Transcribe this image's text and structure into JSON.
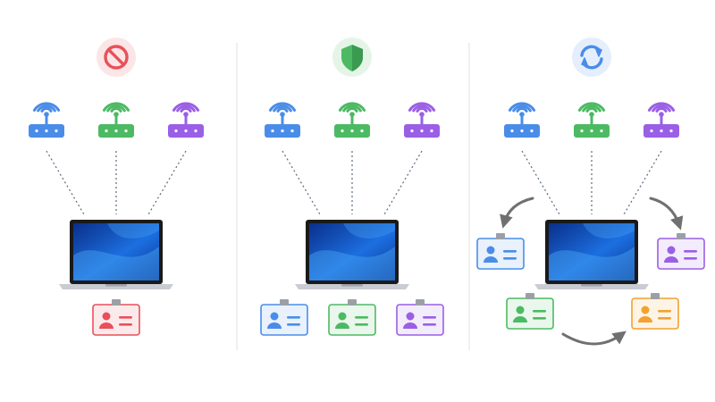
{
  "colors": {
    "blue": "#4a8de8",
    "green": "#4cba63",
    "purple": "#9a5fe6",
    "red": "#e9505a",
    "orange": "#f2a230",
    "arrow": "#707070",
    "divider": "#e6e6e6",
    "screen_dark": "#0b3fa8",
    "screen_light": "#4aa6f5"
  },
  "panels": [
    {
      "status_icon": "no-entry-icon",
      "status_color": "red",
      "routers": [
        "blue",
        "green",
        "purple"
      ],
      "badges": [
        "red"
      ],
      "rotation_arrows": false
    },
    {
      "status_icon": "shield-icon",
      "status_color": "green",
      "routers": [
        "blue",
        "green",
        "purple"
      ],
      "badges": [
        "blue",
        "green",
        "purple"
      ],
      "rotation_arrows": false
    },
    {
      "status_icon": "refresh-icon",
      "status_color": "blue",
      "routers": [
        "blue",
        "green",
        "purple"
      ],
      "badges": [
        "blue",
        "purple",
        "green",
        "orange"
      ],
      "rotation_arrows": true
    }
  ]
}
